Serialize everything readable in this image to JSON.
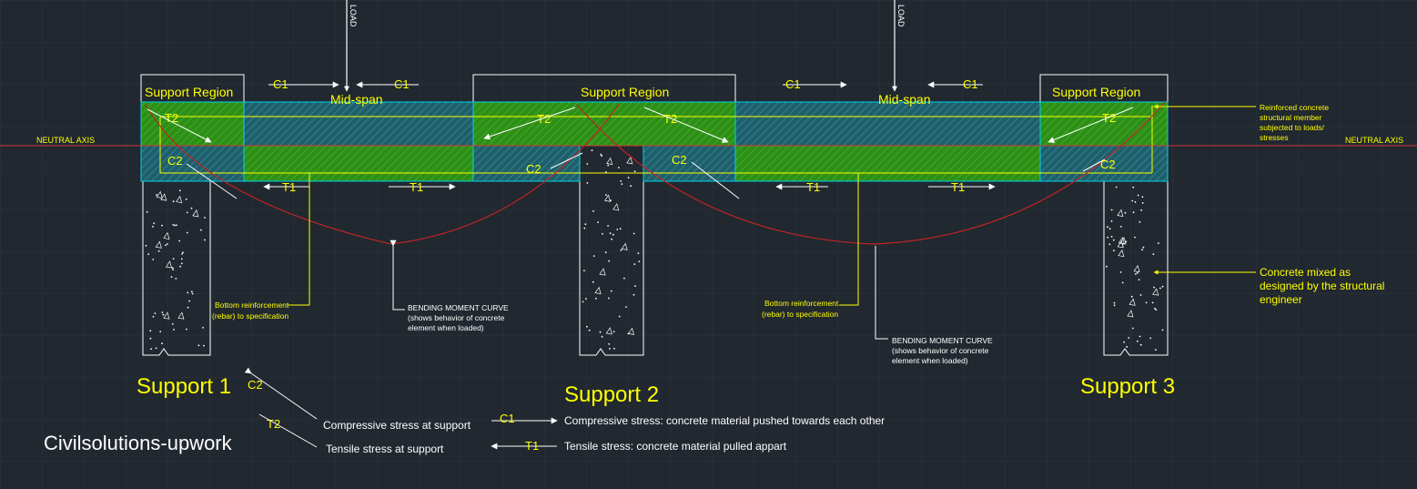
{
  "colors": {
    "background": "#212830",
    "grid": "#2b333d",
    "yellow": "#ffff00",
    "white": "#ffffff",
    "green": "#39a11e",
    "cyan": "#00d3e8",
    "teal_hatch": "#2b6f7c",
    "red": "#c02424",
    "neutral_axis": "#d43838"
  },
  "labels": {
    "neutral_axis_left": "NEUTRAL AXIS",
    "neutral_axis_right": "NEUTRAL AXIS",
    "load_1": "LOAD",
    "load_2": "LOAD",
    "support_region_1": "Support Region",
    "support_region_2": "Support Region",
    "support_region_3": "Support Region",
    "midspan_1": "Mid-span",
    "midspan_2": "Mid-span",
    "c1": "C1",
    "c2": "C2",
    "t1": "T1",
    "t2": "T2",
    "support_1": "Support 1",
    "support_2": "Support 2",
    "support_3": "Support 3",
    "rc_member": [
      "Reinforced concrete",
      "structural member",
      "subjected to loads/",
      "stresses"
    ],
    "concrete_mix": [
      "Concrete mixed as",
      "designed by the structural",
      "engineer"
    ],
    "bottom_rebar_1": [
      "Bottom reinforcement",
      "(rebar) to specification"
    ],
    "bottom_rebar_2": [
      "Bottom reinforcement",
      "(rebar) to specification"
    ],
    "bmc_1": [
      "BENDING MOMENT CURVE",
      "(shows behavior of concrete",
      "element when loaded)"
    ],
    "bmc_2": [
      "BENDING MOMENT CURVE",
      "(shows behavior of concrete",
      "element when loaded)"
    ],
    "watermark": "Civilsolutions-upwork"
  },
  "legend": {
    "c2_symbol": "C2",
    "c2_text": "Compressive stress at support",
    "t2_symbol": "T2",
    "t2_text": "Tensile stress at support",
    "c1_symbol": "C1",
    "c1_text": "Compressive stress: concrete material pushed towards each other",
    "t1_symbol": "T1",
    "t1_text": "Tensile stress: concrete material pulled appart"
  }
}
